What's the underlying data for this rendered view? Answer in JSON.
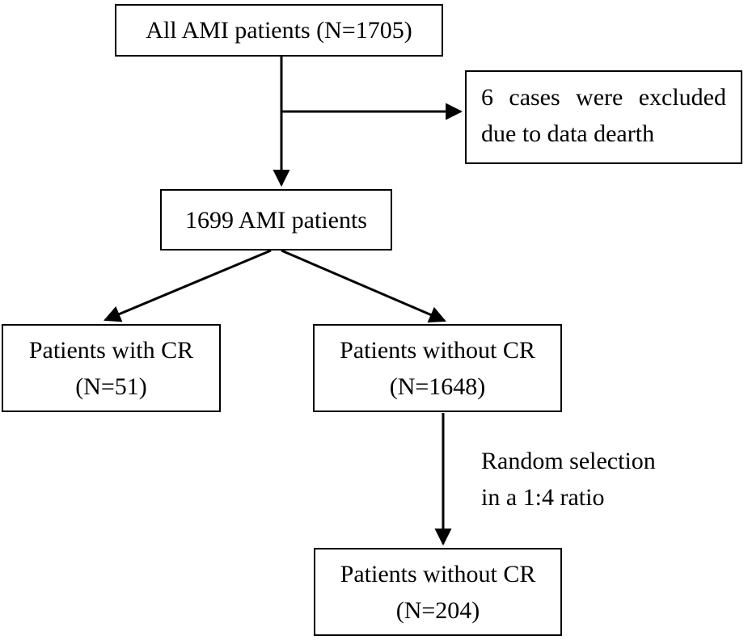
{
  "diagram": {
    "background_color": "#ffffff",
    "line_color": "#000000",
    "nodes": {
      "all_ami": {
        "text": "All AMI patients (N=1705)"
      },
      "excluded": {
        "line1": "6 cases were excluded",
        "line2": "due to data dearth"
      },
      "ami_1699": {
        "text": "1699 AMI patients"
      },
      "with_cr": {
        "line1": "Patients with CR",
        "line2": "(N=51)"
      },
      "without_cr": {
        "line1": "Patients without CR",
        "line2": "(N=1648)"
      },
      "without_cr_selected": {
        "line1": "Patients without CR",
        "line2": "(N=204)"
      }
    },
    "labels": {
      "random_selection": {
        "line1": "Random selection",
        "line2": "in a 1:4 ratio"
      }
    }
  }
}
